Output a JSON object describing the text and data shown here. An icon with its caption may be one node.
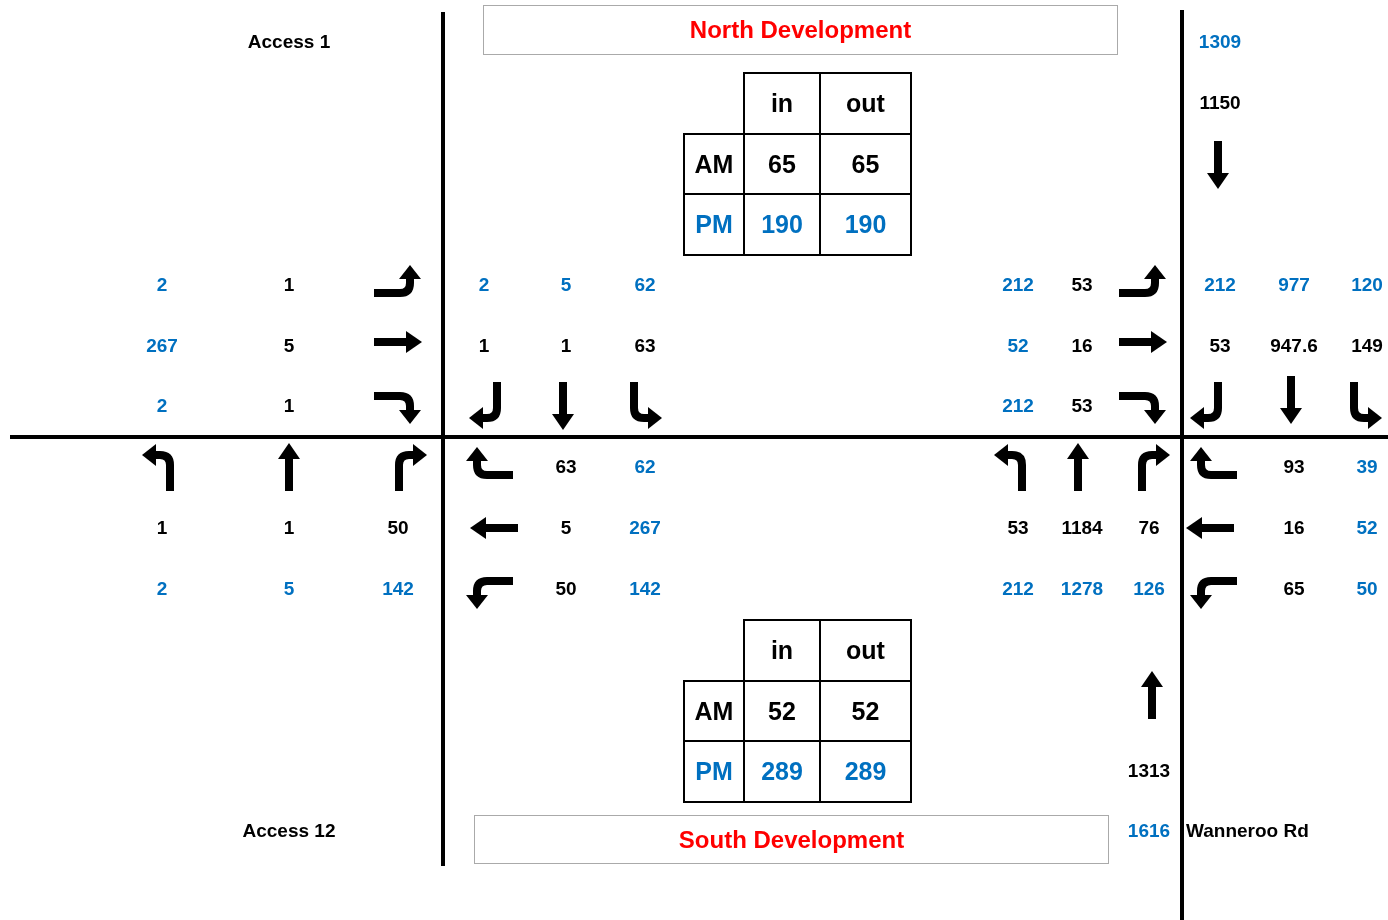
{
  "diagram": {
    "nodes": [
      {
        "text": [
          "North Development"
        ]
      },
      {
        "text": [
          "South Development"
        ]
      }
    ],
    "edges": [],
    "labels": [
      "Access 1",
      "1309",
      "1150",
      "in",
      "out",
      "AM",
      "65",
      "65",
      "PM",
      "190",
      "190",
      "2",
      "1",
      "2",
      "5",
      "62",
      "212",
      "53",
      "212",
      "977",
      "120",
      "267",
      "5",
      "1",
      "1",
      "63",
      "52",
      "16",
      "53",
      "947.6",
      "149",
      "2",
      "1",
      "212",
      "53",
      "63",
      "62",
      "93",
      "39",
      "1",
      "1",
      "50",
      "5",
      "267",
      "53",
      "1184",
      "76",
      "16",
      "52",
      "2",
      "5",
      "142",
      "50",
      "142",
      "212",
      "1278",
      "126",
      "65",
      "50",
      "in",
      "out",
      "AM",
      "52",
      "52",
      "PM",
      "289",
      "289",
      "1313",
      "Access 12",
      "1616",
      "Wanneroo Rd"
    ]
  }
}
